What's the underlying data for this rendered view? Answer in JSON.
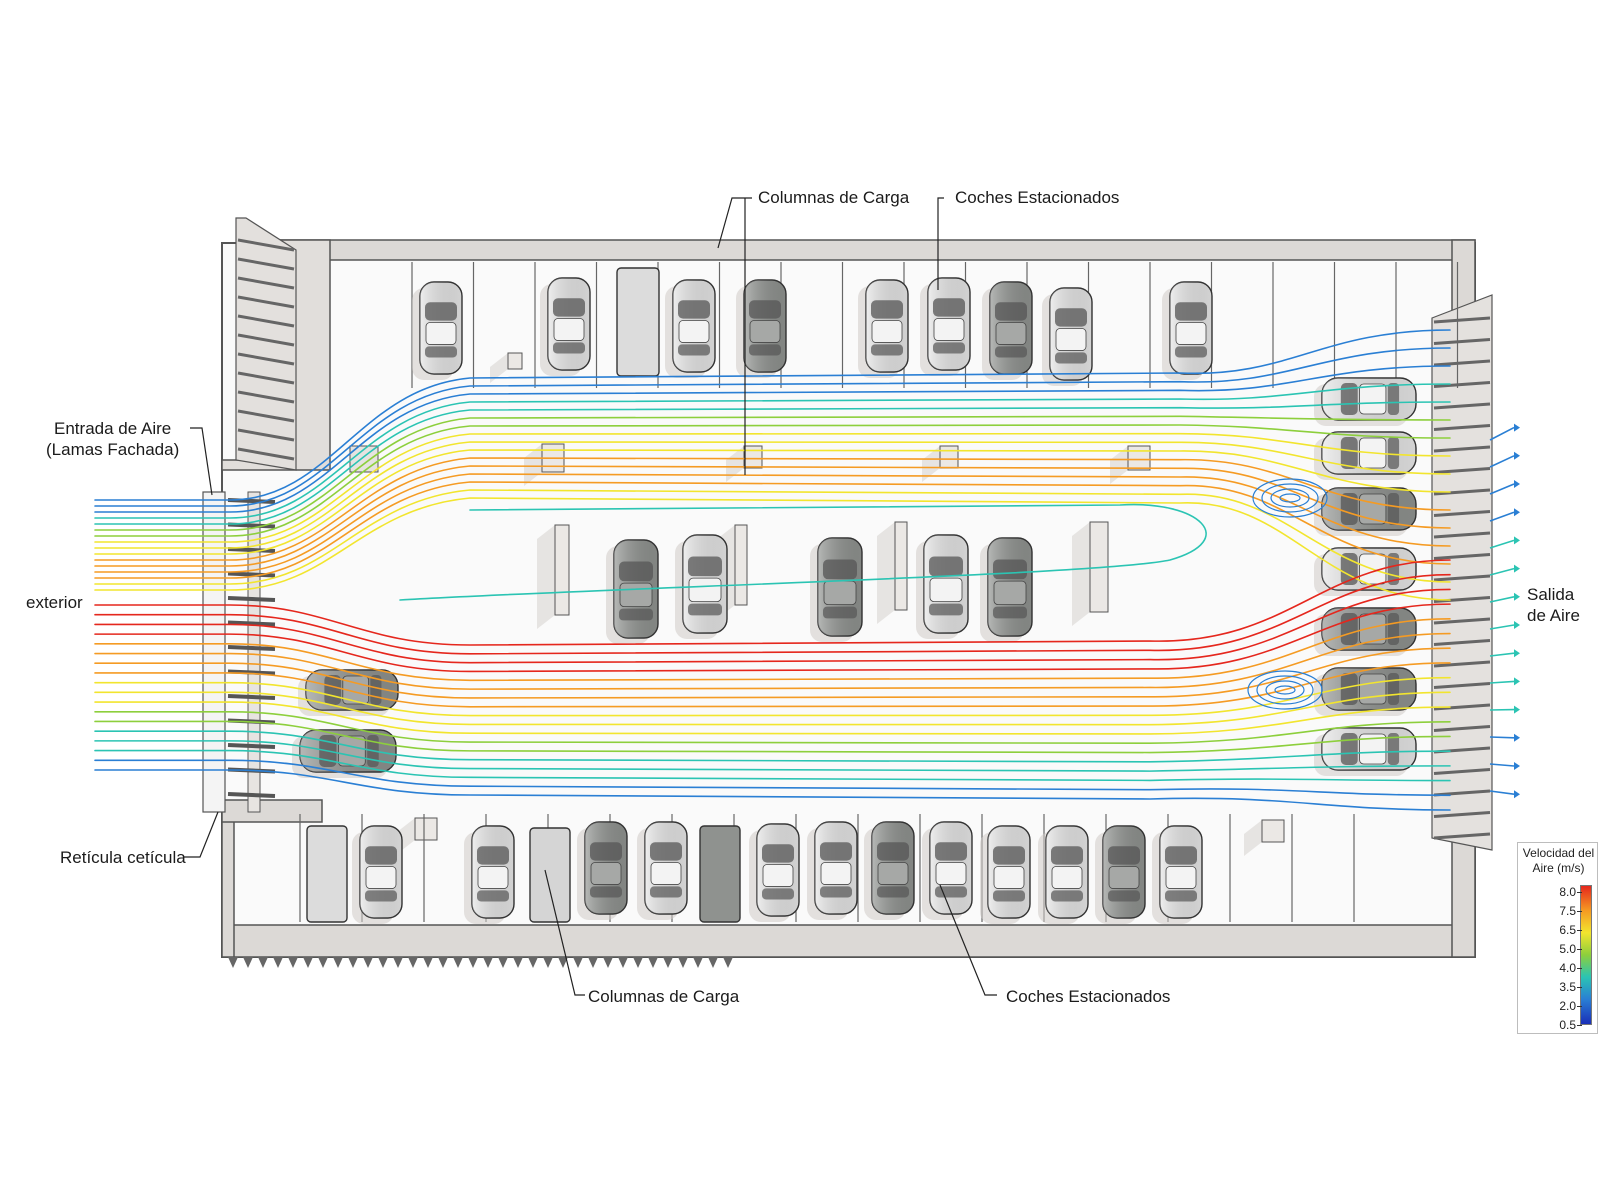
{
  "labels": {
    "top_columns": "Columnas de Carga",
    "top_cars": "Coches Estacionados",
    "inlet_line1": "Entrada de Aire",
    "inlet_line2": "(Lamas Fachada)",
    "exterior": "exterior",
    "grid": "Retícula cetícula",
    "bottom_columns": "Columnas de Carga",
    "bottom_cars": "Coches Estacionados",
    "outlet_line1": "Salida",
    "outlet_line2": "de Aire"
  },
  "legend": {
    "title_line1": "Velocidad del",
    "title_line2": "Aire (m/s)",
    "ticks": [
      "8.0",
      "7.5",
      "6.5",
      "5.0",
      "4.0",
      "3.5",
      "2.0",
      "0.5"
    ]
  },
  "colors": {
    "wall": "#d9d6d3",
    "floor": "#ffffff",
    "car_light": "#e6e6e6",
    "car_dark": "#8f928f",
    "fast": "#e5271d",
    "slow": "#2a7fd4"
  }
}
